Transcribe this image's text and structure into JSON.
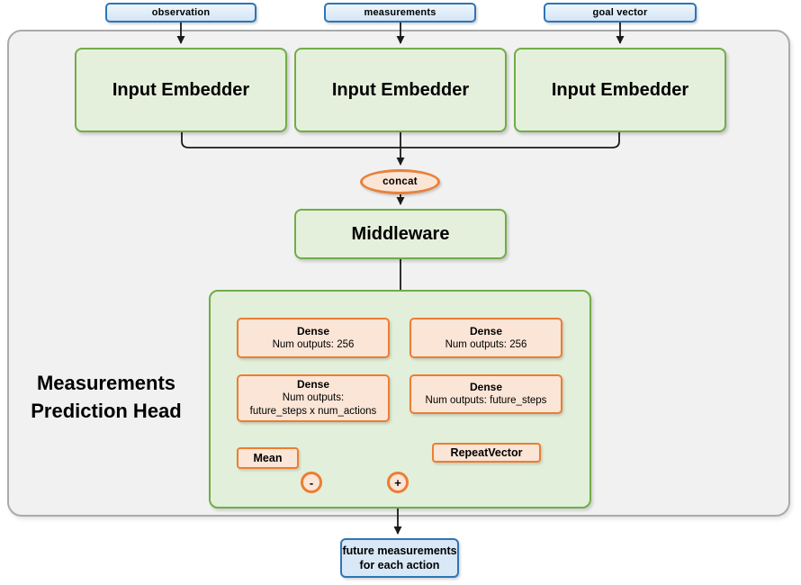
{
  "diagram": {
    "inputs": [
      {
        "label": "observation"
      },
      {
        "label": "measurements"
      },
      {
        "label": "goal vector"
      }
    ],
    "embedders": [
      {
        "label": "Input Embedder"
      },
      {
        "label": "Input Embedder"
      },
      {
        "label": "Input Embedder"
      }
    ],
    "concat_label": "concat",
    "middleware_label": "Middleware",
    "head": {
      "title_line1": "Measurements",
      "title_line2": "Prediction Head",
      "left_branch": {
        "dense1": {
          "title": "Dense",
          "subtitle": "Num outputs: 256"
        },
        "dense2": {
          "title": "Dense",
          "subtitle": "Num outputs:",
          "subtitle2": "future_steps x num_actions"
        },
        "mean_label": "Mean",
        "minus_label": "-"
      },
      "right_branch": {
        "dense1": {
          "title": "Dense",
          "subtitle": "Num outputs: 256"
        },
        "dense2": {
          "title": "Dense",
          "subtitle": "Num outputs: future_steps"
        },
        "repeat_label": "RepeatVector",
        "plus_label": "+"
      }
    },
    "output": {
      "line1": "future measurements",
      "line2": "for each action"
    }
  },
  "colors": {
    "green_border": "#70AD47",
    "green_fill": "#E2EFDA",
    "orange_border": "#ED7D31",
    "orange_fill": "#FBE5D6",
    "blue_border": "#2E75B6",
    "blue_fill": "#DEEBF7",
    "panel_fill": "#F1F1F2",
    "panel_border": "#AAAAAA",
    "connector_line": "#1A1A1A"
  }
}
